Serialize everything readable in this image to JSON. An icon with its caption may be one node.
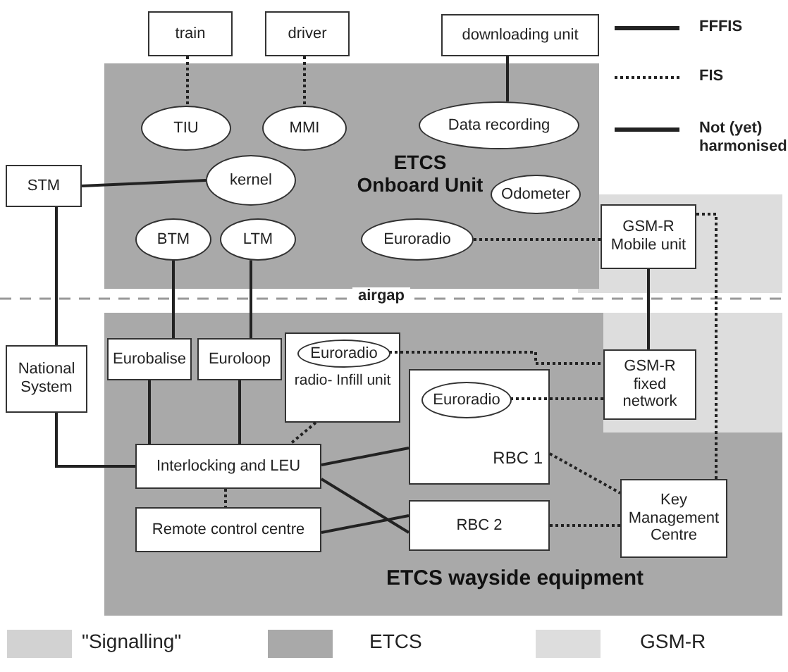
{
  "diagram": {
    "nodes": [
      {
        "text": [
          "ETCS Onboard Unit"
        ]
      },
      {
        "text": [
          "train"
        ]
      },
      {
        "text": [
          "driver"
        ]
      },
      {
        "text": [
          "downloading unit"
        ]
      },
      {
        "text": [
          "TIU"
        ],
        "in": 0
      },
      {
        "text": [
          "MMI"
        ],
        "in": 0
      },
      {
        "text": [
          "Data recording"
        ],
        "in": 0
      },
      {
        "text": [
          "STM"
        ]
      },
      {
        "text": [
          "kernel"
        ],
        "in": 0
      },
      {
        "text": [
          "Odometer"
        ],
        "in": 0
      },
      {
        "text": [
          "BTM"
        ],
        "in": 0
      },
      {
        "text": [
          "LTM"
        ],
        "in": 0
      },
      {
        "text": [
          "Euroradio"
        ],
        "in": 0
      },
      {
        "text": [
          "GSM-R Mobile unit"
        ]
      },
      {
        "text": [
          "ETCS wayside equipment"
        ]
      },
      {
        "text": [
          "National System"
        ]
      },
      {
        "text": [
          "Eurobalise"
        ],
        "in": 14
      },
      {
        "text": [
          "Euroloop"
        ],
        "in": 14
      },
      {
        "text": [
          "radio- Infill unit"
        ],
        "in": 14
      },
      {
        "text": [
          "Euroradio"
        ],
        "in": 18
      },
      {
        "text": [
          "RBC 1"
        ],
        "in": 14
      },
      {
        "text": [
          "Euroradio"
        ],
        "in": 20
      },
      {
        "text": [
          "GSM-R fixed network"
        ],
        "in": 14
      },
      {
        "text": [
          "Interlocking and LEU"
        ],
        "in": 14
      },
      {
        "text": [
          "Remote control centre"
        ],
        "in": 14
      },
      {
        "text": [
          "RBC 2"
        ],
        "in": 14
      },
      {
        "text": [
          "Key Management Centre"
        ],
        "in": 14
      }
    ],
    "edges": [
      {
        "from": 1,
        "to": 4,
        "arrow": "none",
        "style": "dashed"
      },
      {
        "from": 2,
        "to": 5,
        "arrow": "none",
        "style": "dashed"
      },
      {
        "from": 3,
        "to": 6,
        "arrow": "none"
      },
      {
        "from": 7,
        "to": 8,
        "arrow": "none"
      },
      {
        "from": 7,
        "to": 15,
        "arrow": "none"
      },
      {
        "from": 15,
        "to": 23,
        "arrow": "none"
      },
      {
        "from": 10,
        "to": 16,
        "arrow": "none"
      },
      {
        "from": 11,
        "to": 17,
        "arrow": "none"
      },
      {
        "from": 12,
        "to": 13,
        "arrow": "none",
        "style": "dashed"
      },
      {
        "from": 13,
        "to": 22,
        "arrow": "none"
      },
      {
        "from": 16,
        "to": 23,
        "arrow": "none"
      },
      {
        "from": 17,
        "to": 23,
        "arrow": "none"
      },
      {
        "from": 19,
        "to": 22,
        "arrow": "none",
        "style": "dashed"
      },
      {
        "from": 18,
        "to": 23,
        "arrow": "none",
        "style": "dashed"
      },
      {
        "from": 21,
        "to": 22,
        "arrow": "none",
        "style": "dashed"
      },
      {
        "from": 23,
        "to": 20,
        "arrow": "none"
      },
      {
        "from": 23,
        "to": 25,
        "arrow": "none"
      },
      {
        "from": 24,
        "to": 25,
        "arrow": "none"
      },
      {
        "from": 23,
        "to": 24,
        "arrow": "none",
        "style": "dashed"
      },
      {
        "from": 20,
        "to": 26,
        "arrow": "none",
        "style": "dashed"
      },
      {
        "from": 25,
        "to": 26,
        "arrow": "none",
        "style": "dashed"
      },
      {
        "from": 13,
        "to": 26,
        "arrow": "none",
        "style": "dashed"
      }
    ],
    "labels": [
      "airgap"
    ],
    "legend": [
      {
        "text": "FFFIS"
      },
      {
        "text": "FIS"
      },
      {
        "text": "Not (yet) harmonised"
      },
      {
        "text": "\"Signalling\"",
        "color": "#d2d2d2"
      },
      {
        "text": "ETCS",
        "color": "#a9a9a9"
      },
      {
        "text": "GSM-R",
        "color": "#dddddd"
      }
    ]
  }
}
